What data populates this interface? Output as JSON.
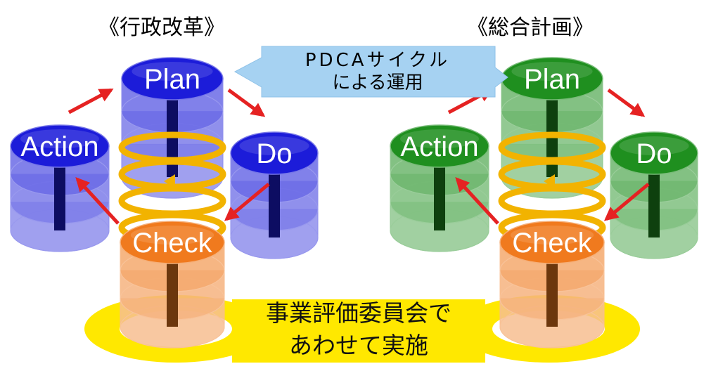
{
  "titles": {
    "left": "《行政改革》",
    "right": "《総合計画》"
  },
  "callout": {
    "line1": "PDCAサイクル",
    "line2": "による運用"
  },
  "shared_note": {
    "line1": "事業評価委員会で",
    "line2": "あわせて実施"
  },
  "cycles": {
    "left": {
      "plan": "Plan",
      "do": "Do",
      "check": "Check",
      "action": "Action"
    },
    "right": {
      "plan": "Plan",
      "do": "Do",
      "check": "Check",
      "action": "Action"
    }
  },
  "colors": {
    "left_stage": "#1c1cd9",
    "right_stage": "#1f8f1f",
    "check_stage": "#f07a1e",
    "cycle_arrow": "#e52222",
    "spiral": "#f2b300",
    "shared_ring": "#ffe800",
    "callout_fill": "#a6d2f2"
  }
}
